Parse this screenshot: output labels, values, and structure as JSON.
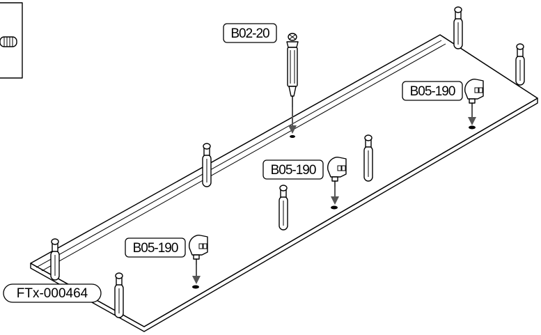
{
  "labels": {
    "screw": "B02-20",
    "cam_right": "B05-190",
    "cam_middle": "B05-190",
    "cam_left": "B05-190",
    "panel": "FTx-000464"
  },
  "colors": {
    "line": "#000000",
    "arrow": "#555555",
    "background": "#ffffff"
  },
  "icons": [
    "screw-detail-icon",
    "dowel-icon",
    "cam-lock-icon",
    "screw-icon",
    "arrow-down-icon"
  ]
}
